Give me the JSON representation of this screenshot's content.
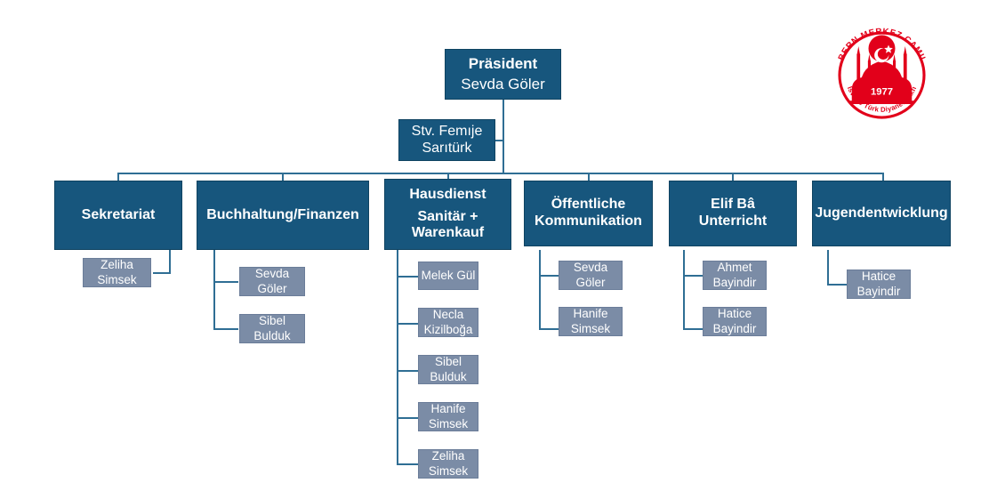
{
  "colors": {
    "dark_box": "#17567d",
    "gray_box": "#7b8ca6",
    "connector": "#2f6e94",
    "logo_red": "#e2001a",
    "page_background": "#ffffff"
  },
  "president": {
    "role": "Präsident",
    "name": "Sevda Göler"
  },
  "deputy": {
    "line1": "Stv. Femıje",
    "line2": "Sarıtürk"
  },
  "departments": [
    {
      "id": "sekretariat",
      "title_lines": [
        "Sekretariat"
      ],
      "members": [
        {
          "line1": "Zeliha",
          "line2": "Simsek"
        }
      ]
    },
    {
      "id": "buchhaltung-finanzen",
      "title_lines": [
        "Buchhaltung/Finanzen"
      ],
      "members": [
        {
          "line1": "Sevda",
          "line2": "Göler"
        },
        {
          "line1": "Sibel",
          "line2": "Bulduk"
        }
      ]
    },
    {
      "id": "hausdienst",
      "title_lines": [
        "Hausdienst",
        "Sanitär +",
        "Warenkauf"
      ],
      "members": [
        {
          "line1": "Melek Gül",
          "line2": ""
        },
        {
          "line1": "Necla",
          "line2": "Kizilboğa"
        },
        {
          "line1": "Sibel",
          "line2": "Bulduk"
        },
        {
          "line1": "Hanife",
          "line2": "Simsek"
        },
        {
          "line1": "Zeliha",
          "line2": "Simsek"
        }
      ]
    },
    {
      "id": "oeffentliche-kommunikation",
      "title_lines": [
        "Öffentliche",
        "Kommunikation"
      ],
      "members": [
        {
          "line1": "Sevda",
          "line2": "Göler"
        },
        {
          "line1": "Hanife",
          "line2": "Simsek"
        }
      ]
    },
    {
      "id": "elif-ba-unterricht",
      "title_lines": [
        "Elif Bâ",
        "Unterricht"
      ],
      "members": [
        {
          "line1": "Ahmet",
          "line2": "Bayindir"
        },
        {
          "line1": "Hatice",
          "line2": "Bayindir"
        }
      ]
    },
    {
      "id": "jugendentwicklung",
      "title_lines": [
        "Jugendentwicklung"
      ],
      "members": [
        {
          "line1": "Hatice",
          "line2": "Bayindir"
        }
      ]
    }
  ],
  "logo": {
    "top_text": "BERN MERKEZ CAMII",
    "bottom_text": "İsviçre Türk Diyanet Vakfı",
    "year": "1977",
    "emblem": "mosque-with-turkish-flag-crescent-star"
  }
}
